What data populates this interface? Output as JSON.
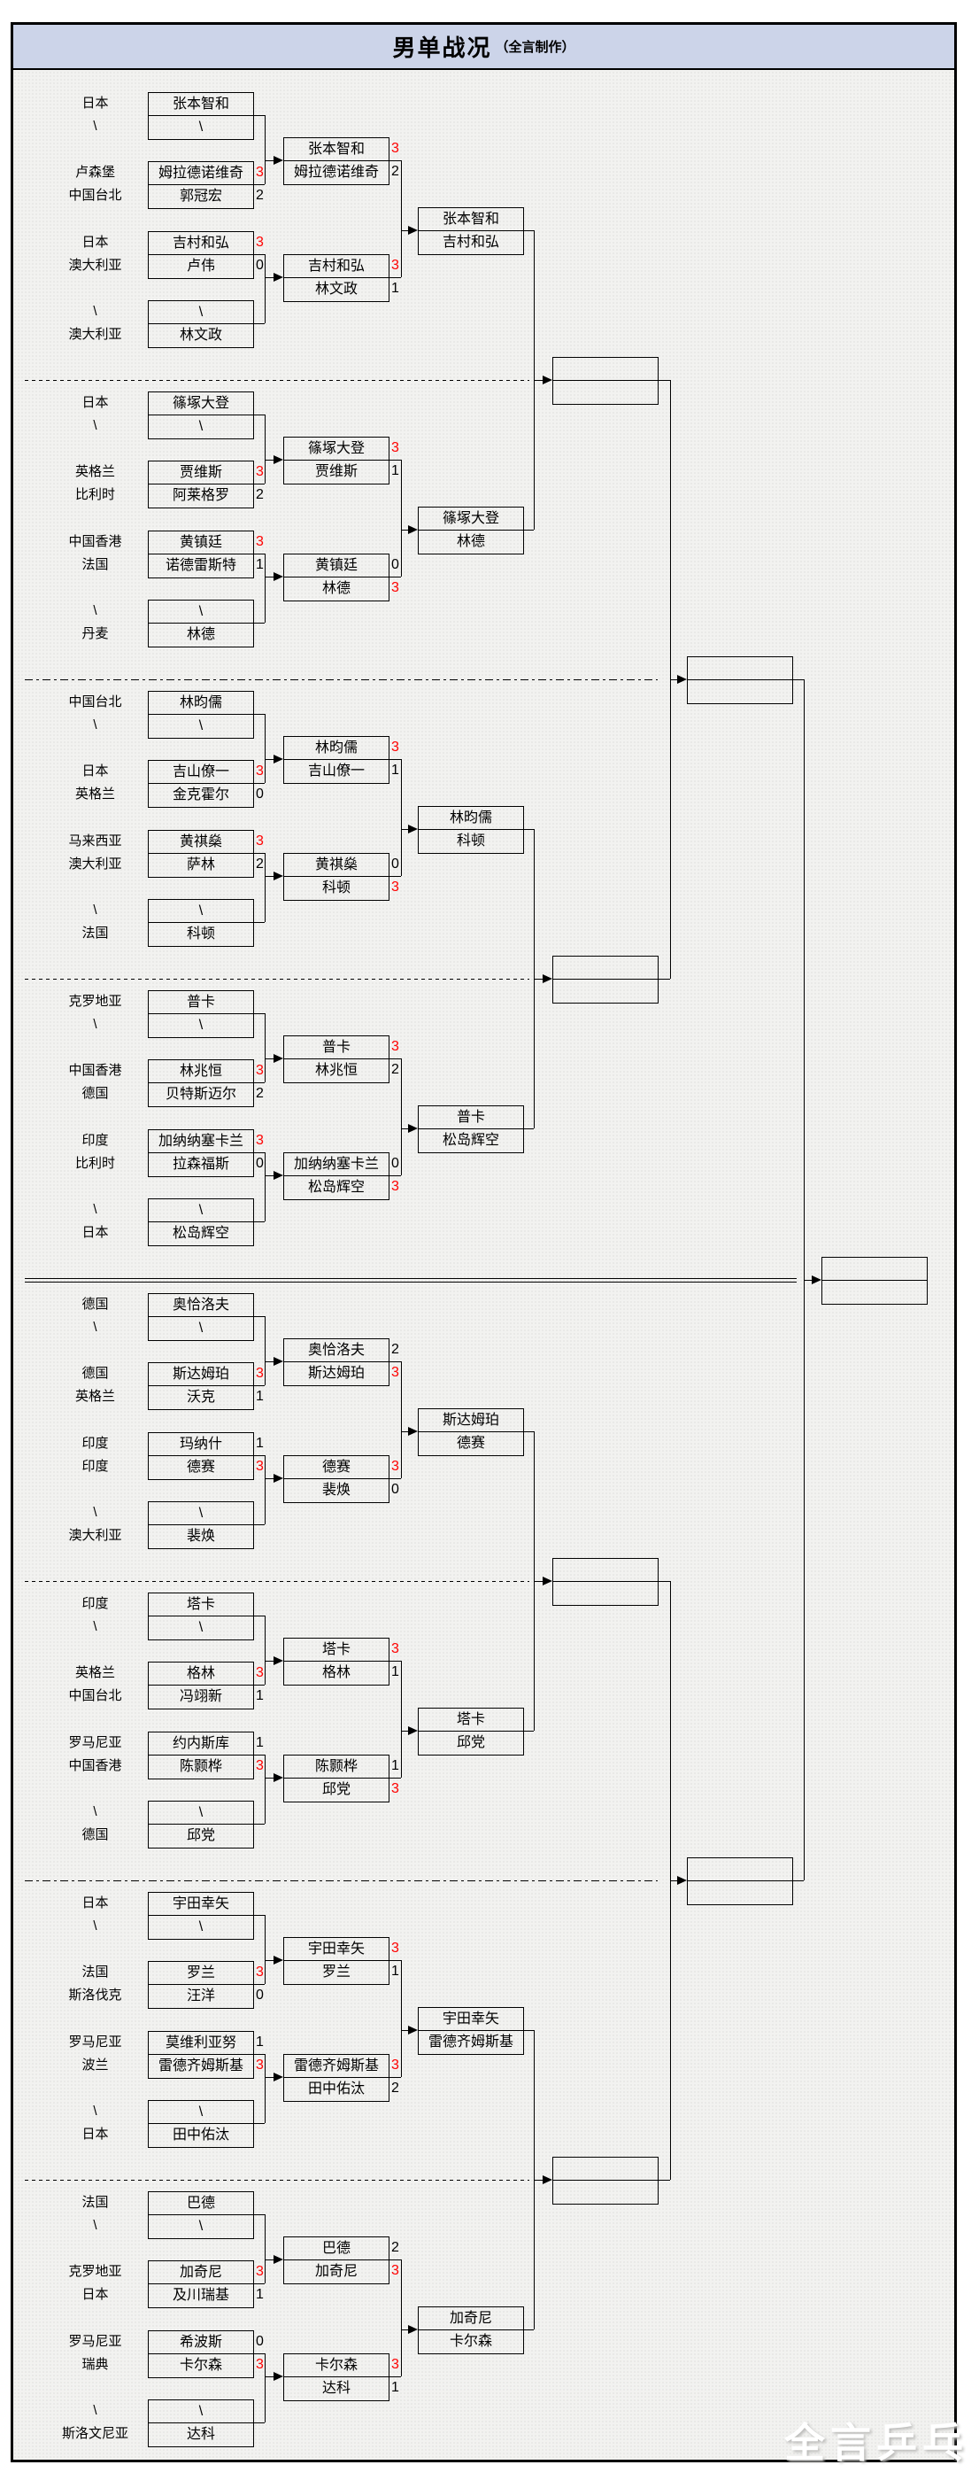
{
  "title": {
    "main": "男单战况",
    "sub": "（全言制作）"
  },
  "watermark": "全言乒乓",
  "colors": {
    "win_score": "#ff0000",
    "lose_score": "#000000",
    "title_bg": "#ccd4e9",
    "chart_bg": "#f2f2f0"
  },
  "chart_data": {
    "type": "table",
    "title": "男单战况（全言制作）",
    "layout_hint": "single-elimination bracket, 8 groups, winners advance right to empty QF/SF/Final boxes",
    "sections": [
      {
        "countries": [
          "日本",
          "\\",
          "卢森堡",
          "中国台北",
          "日本",
          "澳大利亚",
          "\\",
          "澳大利亚"
        ],
        "r1": [
          {
            "p1": "张本智和",
            "p2": "\\",
            "s1": "",
            "s2": ""
          },
          {
            "p1": "姆拉德诺维奇",
            "p2": "郭冠宏",
            "s1": "3",
            "s2": "2"
          },
          {
            "p1": "吉村和弘",
            "p2": "卢伟",
            "s1": "3",
            "s2": "0"
          },
          {
            "p1": "\\",
            "p2": "林文政",
            "s1": "",
            "s2": ""
          }
        ],
        "r2": [
          {
            "p1": "张本智和",
            "p2": "姆拉德诺维奇",
            "s1": "3",
            "s2": "2"
          },
          {
            "p1": "吉村和弘",
            "p2": "林文政",
            "s1": "3",
            "s2": "1"
          }
        ],
        "r3": {
          "p1": "张本智和",
          "p2": "吉村和弘"
        }
      },
      {
        "countries": [
          "日本",
          "\\",
          "英格兰",
          "比利时",
          "中国香港",
          "法国",
          "\\",
          "丹麦"
        ],
        "r1": [
          {
            "p1": "篠塚大登",
            "p2": "\\",
            "s1": "",
            "s2": ""
          },
          {
            "p1": "贾维斯",
            "p2": "阿莱格罗",
            "s1": "3",
            "s2": "2"
          },
          {
            "p1": "黄镇廷",
            "p2": "诺德雷斯特",
            "s1": "3",
            "s2": "1"
          },
          {
            "p1": "\\",
            "p2": "林德",
            "s1": "",
            "s2": ""
          }
        ],
        "r2": [
          {
            "p1": "篠塚大登",
            "p2": "贾维斯",
            "s1": "3",
            "s2": "1"
          },
          {
            "p1": "黄镇廷",
            "p2": "林德",
            "s1": "0",
            "s2": "3"
          }
        ],
        "r3": {
          "p1": "篠塚大登",
          "p2": "林德"
        }
      },
      {
        "countries": [
          "中国台北",
          "\\",
          "日本",
          "英格兰",
          "马来西亚",
          "澳大利亚",
          "\\",
          "法国"
        ],
        "r1": [
          {
            "p1": "林昀儒",
            "p2": "\\",
            "s1": "",
            "s2": ""
          },
          {
            "p1": "吉山僚一",
            "p2": "金克霍尔",
            "s1": "3",
            "s2": "0"
          },
          {
            "p1": "黄祺燊",
            "p2": "萨林",
            "s1": "3",
            "s2": "2"
          },
          {
            "p1": "\\",
            "p2": "科顿",
            "s1": "",
            "s2": ""
          }
        ],
        "r2": [
          {
            "p1": "林昀儒",
            "p2": "吉山僚一",
            "s1": "3",
            "s2": "1"
          },
          {
            "p1": "黄祺燊",
            "p2": "科顿",
            "s1": "0",
            "s2": "3"
          }
        ],
        "r3": {
          "p1": "林昀儒",
          "p2": "科顿"
        }
      },
      {
        "countries": [
          "克罗地亚",
          "\\",
          "中国香港",
          "德国",
          "印度",
          "比利时",
          "\\",
          "日本"
        ],
        "r1": [
          {
            "p1": "普卡",
            "p2": "\\",
            "s1": "",
            "s2": ""
          },
          {
            "p1": "林兆恒",
            "p2": "贝特斯迈尔",
            "s1": "3",
            "s2": "2"
          },
          {
            "p1": "加纳纳塞卡兰",
            "p2": "拉森福斯",
            "s1": "3",
            "s2": "0"
          },
          {
            "p1": "\\",
            "p2": "松岛辉空",
            "s1": "",
            "s2": ""
          }
        ],
        "r2": [
          {
            "p1": "普卡",
            "p2": "林兆恒",
            "s1": "3",
            "s2": "2"
          },
          {
            "p1": "加纳纳塞卡兰",
            "p2": "松岛辉空",
            "s1": "0",
            "s2": "3"
          }
        ],
        "r3": {
          "p1": "普卡",
          "p2": "松岛辉空"
        }
      },
      {
        "countries": [
          "德国",
          "\\",
          "德国",
          "英格兰",
          "印度",
          "印度",
          "\\",
          "澳大利亚"
        ],
        "r1": [
          {
            "p1": "奥恰洛夫",
            "p2": "\\",
            "s1": "",
            "s2": ""
          },
          {
            "p1": "斯达姆珀",
            "p2": "沃克",
            "s1": "3",
            "s2": "1"
          },
          {
            "p1": "玛纳什",
            "p2": "德赛",
            "s1": "1",
            "s2": "3"
          },
          {
            "p1": "\\",
            "p2": "裴焕",
            "s1": "",
            "s2": ""
          }
        ],
        "r2": [
          {
            "p1": "奥恰洛夫",
            "p2": "斯达姆珀",
            "s1": "2",
            "s2": "3"
          },
          {
            "p1": "德赛",
            "p2": "裴焕",
            "s1": "3",
            "s2": "0"
          }
        ],
        "r3": {
          "p1": "斯达姆珀",
          "p2": "德赛"
        }
      },
      {
        "countries": [
          "印度",
          "\\",
          "英格兰",
          "中国台北",
          "罗马尼亚",
          "中国香港",
          "\\",
          "德国"
        ],
        "r1": [
          {
            "p1": "塔卡",
            "p2": "\\",
            "s1": "",
            "s2": ""
          },
          {
            "p1": "格林",
            "p2": "冯翊新",
            "s1": "3",
            "s2": "1"
          },
          {
            "p1": "约内斯库",
            "p2": "陈颢桦",
            "s1": "1",
            "s2": "3"
          },
          {
            "p1": "\\",
            "p2": "邱党",
            "s1": "",
            "s2": ""
          }
        ],
        "r2": [
          {
            "p1": "塔卡",
            "p2": "格林",
            "s1": "3",
            "s2": "1"
          },
          {
            "p1": "陈颢桦",
            "p2": "邱党",
            "s1": "1",
            "s2": "3"
          }
        ],
        "r3": {
          "p1": "塔卡",
          "p2": "邱党"
        }
      },
      {
        "countries": [
          "日本",
          "\\",
          "法国",
          "斯洛伐克",
          "罗马尼亚",
          "波兰",
          "\\",
          "日本"
        ],
        "r1": [
          {
            "p1": "宇田幸矢",
            "p2": "\\",
            "s1": "",
            "s2": ""
          },
          {
            "p1": "罗兰",
            "p2": "汪洋",
            "s1": "3",
            "s2": "0"
          },
          {
            "p1": "莫维利亚努",
            "p2": "雷德齐姆斯基",
            "s1": "1",
            "s2": "3"
          },
          {
            "p1": "\\",
            "p2": "田中佑汰",
            "s1": "",
            "s2": ""
          }
        ],
        "r2": [
          {
            "p1": "宇田幸矢",
            "p2": "罗兰",
            "s1": "3",
            "s2": "1"
          },
          {
            "p1": "雷德齐姆斯基",
            "p2": "田中佑汰",
            "s1": "3",
            "s2": "2"
          }
        ],
        "r3": {
          "p1": "宇田幸矢",
          "p2": "雷德齐姆斯基"
        }
      },
      {
        "countries": [
          "法国",
          "\\",
          "克罗地亚",
          "日本",
          "罗马尼亚",
          "瑞典",
          "\\",
          "斯洛文尼亚"
        ],
        "r1": [
          {
            "p1": "巴德",
            "p2": "\\",
            "s1": "",
            "s2": ""
          },
          {
            "p1": "加奇尼",
            "p2": "及川瑞基",
            "s1": "3",
            "s2": "1"
          },
          {
            "p1": "希波斯",
            "p2": "卡尔森",
            "s1": "0",
            "s2": "3"
          },
          {
            "p1": "\\",
            "p2": "达科",
            "s1": "",
            "s2": ""
          }
        ],
        "r2": [
          {
            "p1": "巴德",
            "p2": "加奇尼",
            "s1": "2",
            "s2": "3"
          },
          {
            "p1": "卡尔森",
            "p2": "达科",
            "s1": "3",
            "s2": "1"
          }
        ],
        "r3": {
          "p1": "加奇尼",
          "p2": "卡尔森"
        }
      }
    ]
  }
}
